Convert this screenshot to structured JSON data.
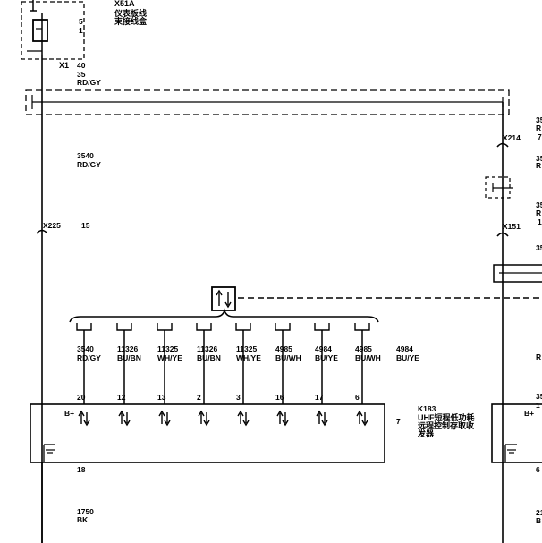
{
  "top_connector": {
    "id": "X51A",
    "desc_line1": "仪表板线",
    "desc_line2": "束接线盒"
  },
  "top_pin_label": "X1",
  "top_pin_codes": [
    "5",
    "1",
    "40",
    "35"
  ],
  "top_wire_color": "RD/GY",
  "left_wire": {
    "circuit": "3540",
    "color": "RD/GY"
  },
  "inline_connectors": {
    "left": "X225",
    "left_pin": "15",
    "right1": "X214",
    "right2": "X151"
  },
  "module": {
    "id": "K183",
    "name_line1": "UHF短程低功耗",
    "name_line2": "远程控制存取收",
    "name_line3": "发器",
    "power_label": "B+",
    "ground_pin": "18"
  },
  "bus_wires": [
    {
      "circuit": "3540",
      "color": "RD/GY",
      "pin": "20"
    },
    {
      "circuit": "11326",
      "color": "BU/BN",
      "pin": "12"
    },
    {
      "circuit": "11325",
      "color": "WH/YE",
      "pin": "13"
    },
    {
      "circuit": "11326",
      "color": "BU/BN",
      "pin": "2"
    },
    {
      "circuit": "11325",
      "color": "WH/YE",
      "pin": "3"
    },
    {
      "circuit": "4985",
      "color": "BU/WH",
      "pin": "16"
    },
    {
      "circuit": "4984",
      "color": "BU/YE",
      "pin": "17"
    },
    {
      "circuit": "4985",
      "color": "BU/WH",
      "pin": "6"
    }
  ],
  "extra_wire": {
    "circuit": "4984",
    "color": "BU/YE",
    "pin": "7"
  },
  "ground_wire": {
    "circuit": "1750",
    "color": "BK"
  },
  "right_edge_labels": [
    "35",
    "R",
    "7",
    "35",
    "R",
    "35",
    "R",
    "1",
    "35",
    "R",
    "35",
    "1",
    "B+",
    "6",
    "21",
    "B"
  ]
}
